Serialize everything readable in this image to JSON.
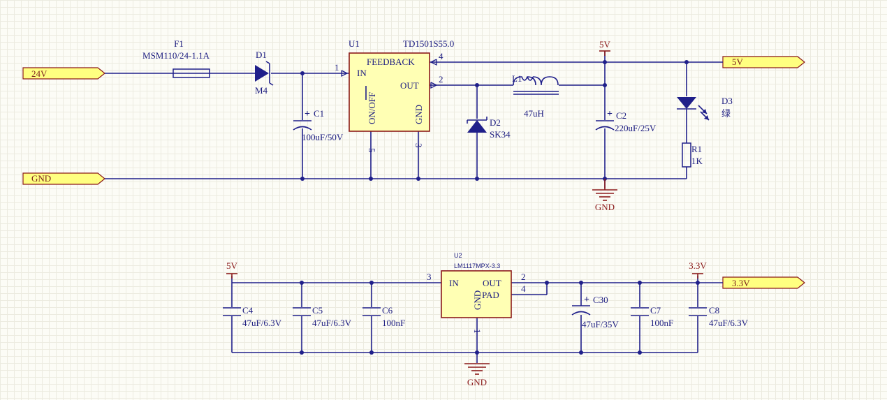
{
  "ports": {
    "vin_24v": "24V",
    "gnd": "GND",
    "out_5v": "5V",
    "out_3v3": "3.3V"
  },
  "fuse": {
    "ref": "F1",
    "value": "MSM110/24-1.1A"
  },
  "diode_d1": {
    "ref": "D1",
    "value": "M4"
  },
  "cap_c1": {
    "ref": "C1",
    "value": "100uF/50V"
  },
  "u1": {
    "ref": "U1",
    "part": "TD1501S55.0",
    "pin_in": "IN",
    "pin_feedback": "FEEDBACK",
    "pin_out": "OUT",
    "pin_onoff": "ON/OFF",
    "pin_gnd": "GND",
    "pin1": "1",
    "pin2": "2",
    "pin3": "3",
    "pin4": "4",
    "pin5": "5"
  },
  "diode_d2": {
    "ref": "D2",
    "value": "SK34"
  },
  "inductor_l1": {
    "ref": "L1",
    "value": "47uH"
  },
  "cap_c2": {
    "ref": "C2",
    "value": "220uF/25V"
  },
  "led_d3": {
    "ref": "D3",
    "value": "绿"
  },
  "res_r1": {
    "ref": "R1",
    "value": "1K"
  },
  "power_5v_top": "5V",
  "power_gnd_top": "GND",
  "power_5v_bottom": "5V",
  "power_3v3": "3.3V",
  "power_gnd_bottom": "GND",
  "cap_c4": {
    "ref": "C4",
    "value": "47uF/6.3V"
  },
  "cap_c5": {
    "ref": "C5",
    "value": "47uF/6.3V"
  },
  "cap_c6": {
    "ref": "C6",
    "value": "100nF"
  },
  "u2": {
    "ref": "U2",
    "part": "LM1117MPX-3.3",
    "pin_in": "IN",
    "pin_out": "OUT",
    "pin_pad": "PAD",
    "pin_gnd": "GND",
    "pin1": "1",
    "pin2": "2",
    "pin3": "3",
    "pin4": "4"
  },
  "cap_c30": {
    "ref": "C30",
    "value": "47uF/35V"
  },
  "cap_c7": {
    "ref": "C7",
    "value": "100nF"
  },
  "cap_c8": {
    "ref": "C8",
    "value": "47uF/6.3V"
  },
  "colors": {
    "wire": "#1f1f8a",
    "component_outline": "#8b1a1a",
    "ic_fill": "#ffffb4",
    "port_fill": "#ffff80",
    "background": "#fcfcf6"
  }
}
